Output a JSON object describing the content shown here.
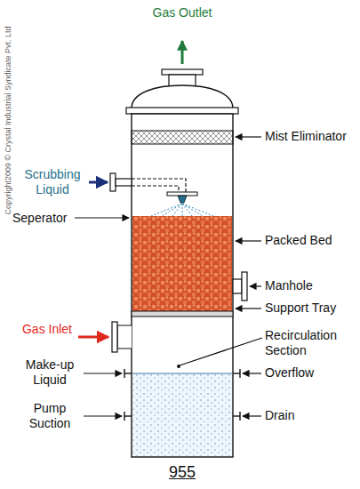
{
  "diagram": {
    "caption": "955",
    "labels": [
      "Gas Outlet",
      "Scrubbing Liquid",
      "Mist Eliminator",
      "Seperator",
      "Packed Bed",
      "Manhole",
      "Support Tray",
      "Gas Inlet",
      "Recirculation Section",
      "Make-up Liquid",
      "Overflow",
      "Pump Suction",
      "Drain",
      "Copyright2009 © Crystal Industrial Syndicate Pvt. Ltd"
    ]
  }
}
